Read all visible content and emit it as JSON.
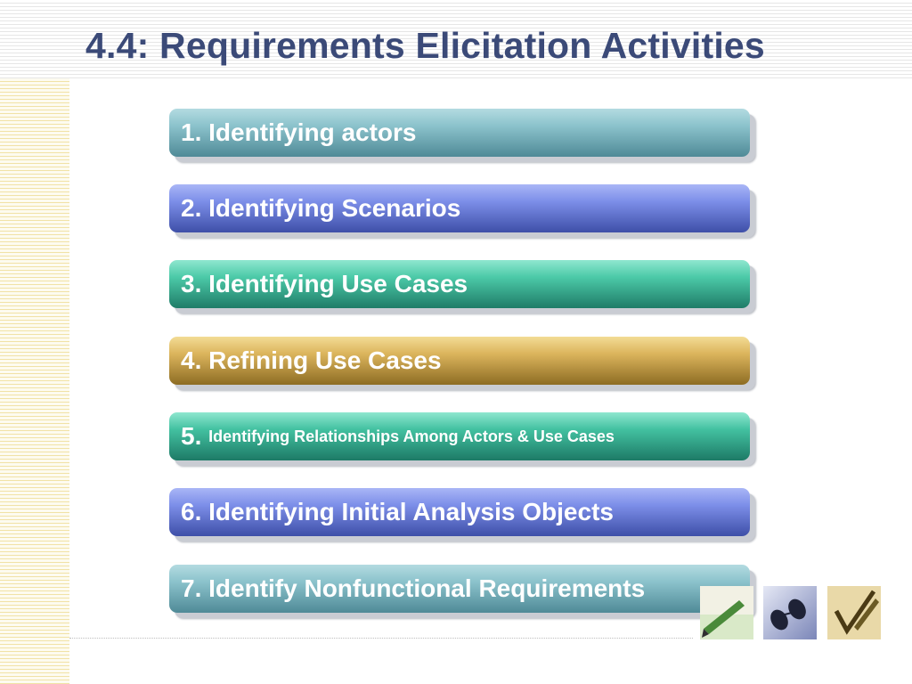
{
  "slide": {
    "title": "4.4: Requirements Elicitation Activities"
  },
  "items": [
    {
      "text": "1. Identifying actors"
    },
    {
      "text": "2. Identifying Scenarios"
    },
    {
      "text": "3. Identifying Use Cases"
    },
    {
      "text": "4. Refining Use Cases"
    },
    {
      "number": "5.",
      "text": "Identifying Relationships Among Actors & Use Cases"
    },
    {
      "text": "6. Identifying Initial Analysis Objects"
    },
    {
      "text": "7. Identify Nonfunctional Requirements"
    }
  ],
  "decor": {
    "thumbnails": [
      "pen-writing-thumbnail",
      "glasses-thumbnail",
      "checkmark-pen-thumbnail"
    ]
  }
}
